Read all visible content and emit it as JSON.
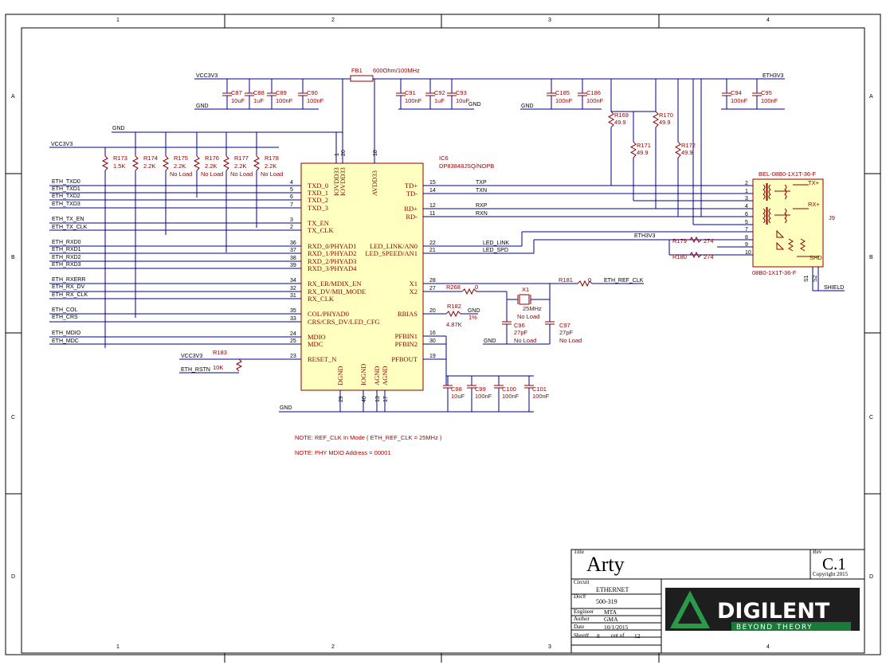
{
  "frame": {
    "cols": [
      "1",
      "2",
      "3",
      "4"
    ],
    "rows": [
      "A",
      "B",
      "C",
      "D"
    ]
  },
  "nets": {
    "vcc3v3_top": "VCC3V3",
    "gnd_top": "GND",
    "vcc3v3_left": "VCC3V3",
    "gnd_left": "GND",
    "eth3v3_top": "ETH3V3",
    "gnd_right": "GND",
    "gnd_mid": "GND",
    "gnd_bottom": "GND",
    "gnd_xtal": "GND",
    "gnd_rbias": "GND",
    "vcc3v3_reset": "VCC3V3",
    "eth_rstn": "ETH_RSTN",
    "eth_ref_clk": "ETH_REF_CLK",
    "eth3v3_led": "ETH3V3",
    "shield": "SHIELD",
    "txp": "TXP",
    "txn": "TXN",
    "rxp": "RXP",
    "rxn": "RXN",
    "led_link": "LED_LINK",
    "led_spd": "LED_SPD"
  },
  "left_signals": [
    "ETH_TXD0",
    "ETH_TXD1",
    "ETH_TXD2",
    "ETH_TXD3",
    "ETH_TX_EN",
    "ETH_TX_CLK",
    "ETH_RXD0",
    "ETH_RXD1",
    "ETH_RXD2",
    "ETH_RXD3",
    "ETH_RXERR",
    "ETH_RX_DV",
    "ETH_RX_CLK",
    "ETH_COL",
    "ETH_CRS",
    "ETH_MDIO",
    "ETH_MDC"
  ],
  "ic": {
    "ref": "IC6",
    "part": "DP83848JSQ/NOPB",
    "left_pins": [
      {
        "name": "TXD_0",
        "num": "4"
      },
      {
        "name": "TXD_1",
        "num": "5"
      },
      {
        "name": "TXD_2",
        "num": "6"
      },
      {
        "name": "TXD_3",
        "num": "7"
      },
      {
        "name": "TX_EN",
        "num": "3"
      },
      {
        "name": "TX_CLK",
        "num": "2"
      },
      {
        "name": "RXD_0/PHYAD1",
        "num": "36"
      },
      {
        "name": "RXD_1/PHYAD2",
        "num": "37"
      },
      {
        "name": "RXD_2/PHYAD3",
        "num": "38"
      },
      {
        "name": "RXD_3/PHYAD4",
        "num": "39"
      },
      {
        "name": "RX_ER/MDIX_EN",
        "num": "34"
      },
      {
        "name": "RX_DV/MII_MODE",
        "num": "32"
      },
      {
        "name": "RX_CLK",
        "num": "31"
      },
      {
        "name": "COL/PHYAD0",
        "num": "35"
      },
      {
        "name": "CRS/CRS_DV/LED_CFG",
        "num": "33"
      },
      {
        "name": "MDIO",
        "num": "24"
      },
      {
        "name": "MDC",
        "num": "25"
      },
      {
        "name": "RESET_N",
        "num": "23"
      }
    ],
    "right_pins": [
      {
        "name": "TD+",
        "num": "15"
      },
      {
        "name": "TD-",
        "num": "14"
      },
      {
        "name": "RD+",
        "num": "12"
      },
      {
        "name": "RD-",
        "num": "11"
      },
      {
        "name": "LED_LINK/AN0",
        "num": "22"
      },
      {
        "name": "LED_SPEED/AN1",
        "num": "21"
      },
      {
        "name": "X1",
        "num": "28"
      },
      {
        "name": "X2",
        "num": "27"
      },
      {
        "name": "RBIAS",
        "num": "20"
      },
      {
        "name": "PFBIN1",
        "num": "16"
      },
      {
        "name": "PFBIN2",
        "num": "30"
      },
      {
        "name": "PFBOUT",
        "num": "19"
      }
    ],
    "top_pins": [
      {
        "name": "IOVDD33",
        "num": "1"
      },
      {
        "name": "IOVDD33",
        "num": "26"
      },
      {
        "name": "AVDD33",
        "num": "18"
      }
    ],
    "bottom_pins": [
      {
        "name": "DGND",
        "num": "29"
      },
      {
        "name": "IOGND",
        "num": "40"
      },
      {
        "name": "AGND",
        "num": "13"
      },
      {
        "name": "AGND",
        "num": "17"
      }
    ]
  },
  "components": {
    "fb1": {
      "ref": "FB1",
      "val": "600Ohm/100MHz"
    },
    "caps_top_left": [
      {
        "ref": "C87",
        "val": "10uF"
      },
      {
        "ref": "C88",
        "val": "1uF"
      },
      {
        "ref": "C89",
        "val": "100nF"
      },
      {
        "ref": "C90",
        "val": "100nF"
      }
    ],
    "caps_top_mid": [
      {
        "ref": "C91",
        "val": "100nF"
      },
      {
        "ref": "C92",
        "val": "1uF"
      },
      {
        "ref": "C93",
        "val": "10uF"
      }
    ],
    "caps_top_right1": [
      {
        "ref": "C185",
        "val": "100nF"
      },
      {
        "ref": "C186",
        "val": "100nF"
      }
    ],
    "caps_top_right2": [
      {
        "ref": "C94",
        "val": "100nF"
      },
      {
        "ref": "C95",
        "val": "100nF"
      }
    ],
    "pullups": [
      {
        "ref": "R173",
        "val": "1.5K",
        "nl": ""
      },
      {
        "ref": "R174",
        "val": "2.2K",
        "nl": ""
      },
      {
        "ref": "R175",
        "val": "2.2K",
        "nl": "No Load"
      },
      {
        "ref": "R176",
        "val": "2.2K",
        "nl": "No Load"
      },
      {
        "ref": "R177",
        "val": "2.2K",
        "nl": "No Load"
      },
      {
        "ref": "R178",
        "val": "2.2K",
        "nl": "No Load"
      }
    ],
    "term_r": [
      {
        "ref": "R169",
        "val": "49.9"
      },
      {
        "ref": "R170",
        "val": "49.9"
      },
      {
        "ref": "R171",
        "val": "49.9"
      },
      {
        "ref": "R172",
        "val": "49.9"
      }
    ],
    "r179": {
      "ref": "R179",
      "val": "274"
    },
    "r180": {
      "ref": "R180",
      "val": "274"
    },
    "r181": {
      "ref": "R181",
      "val": "0"
    },
    "r268": {
      "ref": "R268",
      "val": "0"
    },
    "r182": {
      "ref": "R182",
      "val": "4.87K",
      "tol": "1%"
    },
    "r183": {
      "ref": "R183",
      "val": "10K"
    },
    "x1": {
      "ref": "X1",
      "val": "25MHz",
      "nl": "No Load"
    },
    "c96": {
      "ref": "C96",
      "val": "27pF",
      "nl": "No Load"
    },
    "c97": {
      "ref": "C97",
      "val": "27pF",
      "nl": "No Load"
    },
    "caps_bottom": [
      {
        "ref": "C98",
        "val": "10uF"
      },
      {
        "ref": "C99",
        "val": "100nF"
      },
      {
        "ref": "C100",
        "val": "100nF"
      },
      {
        "ref": "C101",
        "val": "100nF"
      }
    ]
  },
  "connector": {
    "ref": "J9",
    "part_top": "BEL-08B0-1X1T-36-F",
    "part_bottom": "08B0-1X1T-36-F",
    "pins": [
      "2",
      "1",
      "3",
      "4",
      "6",
      "5",
      "7",
      "8",
      "9",
      "10"
    ],
    "labels": {
      "txp": "TX+",
      "rxp": "RX+",
      "shd": "SHD"
    },
    "shield_pins": [
      "S1",
      "S2"
    ]
  },
  "notes": [
    "NOTE: REF_CLK In Mode ( ETH_REF_CLK = 25MHz )",
    "NOTE: PHY MDIO Address = 00001"
  ],
  "title_block": {
    "title_label": "Title",
    "title": "Arty",
    "rev_label": "Rev",
    "rev": "C.1",
    "copyright": "Copyright  2015",
    "circuit_label": "Circuit",
    "circuit": "ETHERNET",
    "doc_label": "Doc#",
    "doc": "500-319",
    "engineer_label": "Engineer",
    "engineer": "MTA",
    "author_label": "Author",
    "author": "GMA",
    "date_label": "Date",
    "date": "10/1/2015",
    "sheet_label": "Sheet#",
    "sheet": "8",
    "of_label": "out of",
    "sheet_total": "12",
    "logo_text": "DIGILENT",
    "logo_tagline": "BEYOND THEORY"
  },
  "colors": {
    "wire": "#000088",
    "component": "#8b0000",
    "net_label": "#000000",
    "ic_fill": "#ffffc0",
    "ic_stroke": "#8b0000",
    "note": "#b00000",
    "logo_bg": "#1e1e1e",
    "logo_green": "#1a7a3a"
  }
}
